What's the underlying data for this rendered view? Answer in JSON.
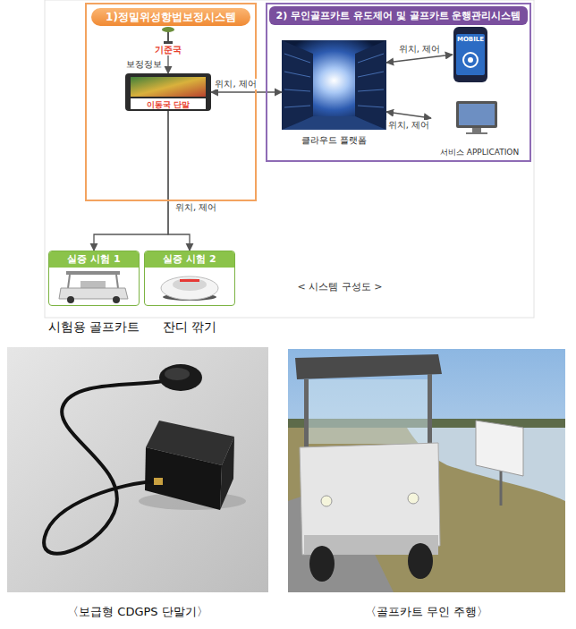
{
  "diagram": {
    "caption": "< 시스템 구성도 >",
    "nodes": [
      {
        "text": [
          "1)정밀위성항법보정시스템"
        ]
      },
      {
        "text": [
          "기준국"
        ],
        "in": 0
      },
      {
        "text": [
          "이동국 단말"
        ],
        "in": 0
      },
      {
        "text": [
          "2) 무인골프카트 유도제어 및 골프카트 운행관리시스템"
        ]
      },
      {
        "text": [
          "클라우드 플랫폼"
        ],
        "in": 3
      },
      {
        "text": [
          "MOBILE"
        ],
        "in": 3
      },
      {
        "text": [
          "서비스 APPLICATION"
        ],
        "in": 3
      },
      {
        "text": [
          "실증 시험 1",
          "시험용 골프카트"
        ]
      },
      {
        "text": [
          "실증 시험 2",
          "잔디 깎기"
        ]
      }
    ],
    "edges": [
      {
        "from": 1,
        "to": 2,
        "label": "보정정보",
        "arrow": "to"
      },
      {
        "from": 2,
        "to": 4,
        "label": "위치, 제어",
        "arrow": "both"
      },
      {
        "from": 4,
        "to": 5,
        "label": "위치, 제어",
        "arrow": "both"
      },
      {
        "from": 4,
        "to": 6,
        "label": "위치, 제어",
        "arrow": "both"
      },
      {
        "from": 2,
        "to": 7,
        "label": "위치, 제어",
        "arrow": "to"
      },
      {
        "from": 2,
        "to": 8,
        "arrow": "to"
      }
    ],
    "labels": [
      "〈보급형 CDGPS 단말기〉",
      "〈골프카트 무인 주행〉"
    ]
  }
}
